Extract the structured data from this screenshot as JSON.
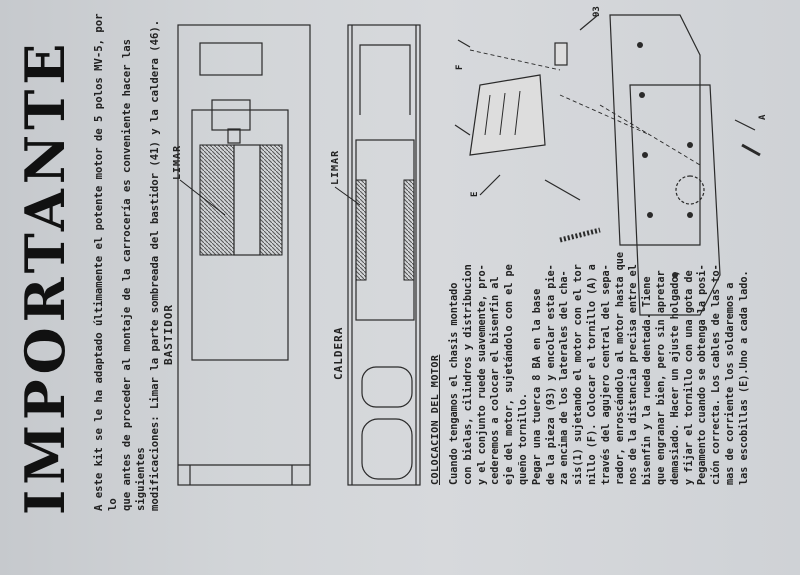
{
  "document": {
    "title": "IMPORTANTE",
    "intro": "A este kit se le ha adaptado últimamente el potente motor de 5 polos MV-5, por lo\nque antes de proceder al montaje de la carrocería es conveniente hacer las siguientes\nmodificaciones: Limar la parte sombreada del bastidor (41) y la caldera (46).",
    "figure_labels": {
      "bastidor": "BASTIDOR",
      "caldera": "CALDERA",
      "limar_bastidor": "LIMAR",
      "limar_caldera": "LIMAR"
    },
    "section_heading": "COLOCACION DEL MOTOR",
    "instructions": "    Cuando tengamos el chasis montado\ncon bielas, cilindros y distribucion\ny el conjunto ruede suavemente, pro-\ncederemos a colocar el bisenfin al\neje del motor, sujetándolo con el pe\nqueño tornillo.\n    Pegar una tuerca 8 BA en la base\nde la pieza (93) y encolar esta pie-\nza encima de los laterales del cha-\nsis(1) sujetando el motor con el tor\nnillo (F). Colocar el tornillo (A) a\ntravés del agujero central del sepa-\nrador, enroscándolo al motor hasta que\nnos de la distancia precisa entre el\nbisenfin y la rueda dentada. Tiene\nque engranar bien, pero sin apretar\ndemasiado. Hacer un ajuste holgado,\ny fijar el tornillo con una gota de\nPegamento cuando se obtenga la posi-\nción correcta. Los cables de las to-\nmas de corriente los soldaremos a\nlas escobillas (E).Uno a cada lado.",
    "callouts": {
      "f": "F",
      "part_93": "93",
      "a": "A",
      "e": "E"
    }
  },
  "colors": {
    "paper": "#d4d7da",
    "ink": "#1a1a1a",
    "hatch": "#555555"
  }
}
